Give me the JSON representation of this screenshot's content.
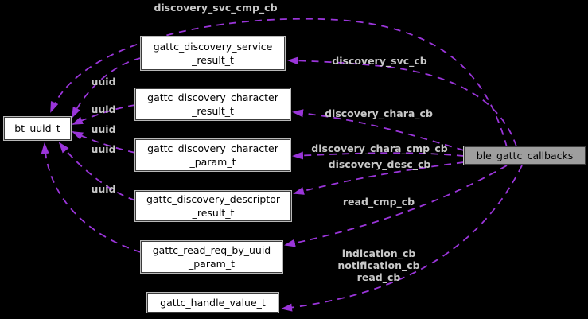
{
  "diagram": {
    "type": "doxygen-collaboration-graph",
    "background_color": "#000000",
    "edge_color": "#9a35d9",
    "edge_label_color": "#c8c8c8",
    "node_fill": "#ffffff",
    "highlight_node_fill": "#9e9e9e"
  },
  "nodes": [
    {
      "id": "bt_uuid_t",
      "line1": "bt_uuid_t",
      "line2": ""
    },
    {
      "id": "gattc_discovery_service_result_t",
      "line1": "gattc_discovery_service",
      "line2": "_result_t"
    },
    {
      "id": "gattc_discovery_character_result_t",
      "line1": "gattc_discovery_character",
      "line2": "_result_t"
    },
    {
      "id": "gattc_discovery_character_param_t",
      "line1": "gattc_discovery_character",
      "line2": "_param_t"
    },
    {
      "id": "gattc_discovery_descriptor_result_t",
      "line1": "gattc_discovery_descriptor",
      "line2": "_result_t"
    },
    {
      "id": "gattc_read_req_by_uuid_param_t",
      "line1": "gattc_read_req_by_uuid",
      "line2": "_param_t"
    },
    {
      "id": "gattc_handle_value_t",
      "line1": "gattc_handle_value_t",
      "line2": ""
    },
    {
      "id": "ble_gattc_callbacks",
      "line1": "ble_gattc_callbacks",
      "line2": ""
    }
  ],
  "edge_labels": [
    {
      "text": "discovery_svc_cmp_cb"
    },
    {
      "text": "discovery_svc_cb"
    },
    {
      "text": "discovery_chara_cb"
    },
    {
      "text": "discovery_chara_cmp_cb"
    },
    {
      "text": "discovery_desc_cb"
    },
    {
      "text": "read_cmp_cb"
    },
    {
      "text": "indication_cb"
    },
    {
      "text": "notification_cb"
    },
    {
      "text": "read_cb"
    },
    {
      "text": "uuid"
    },
    {
      "text": "uuid"
    },
    {
      "text": "uuid"
    },
    {
      "text": "uuid"
    },
    {
      "text": "uuid"
    }
  ],
  "relations": [
    {
      "from": "ble_gattc_callbacks",
      "to": "bt_uuid_t",
      "label": "discovery_svc_cmp_cb"
    },
    {
      "from": "ble_gattc_callbacks",
      "to": "gattc_discovery_service_result_t",
      "label": "discovery_svc_cb"
    },
    {
      "from": "ble_gattc_callbacks",
      "to": "gattc_discovery_character_result_t",
      "label": "discovery_chara_cb"
    },
    {
      "from": "ble_gattc_callbacks",
      "to": "gattc_discovery_character_param_t",
      "label": "discovery_chara_cmp_cb"
    },
    {
      "from": "ble_gattc_callbacks",
      "to": "gattc_discovery_descriptor_result_t",
      "label": "discovery_desc_cb"
    },
    {
      "from": "ble_gattc_callbacks",
      "to": "gattc_read_req_by_uuid_param_t",
      "label": "read_cmp_cb"
    },
    {
      "from": "ble_gattc_callbacks",
      "to": "gattc_handle_value_t",
      "label": "indication_cb notification_cb read_cb"
    },
    {
      "from": "gattc_discovery_service_result_t",
      "to": "bt_uuid_t",
      "label": "uuid"
    },
    {
      "from": "gattc_discovery_character_result_t",
      "to": "bt_uuid_t",
      "label": "uuid"
    },
    {
      "from": "gattc_discovery_character_param_t",
      "to": "bt_uuid_t",
      "label": "uuid"
    },
    {
      "from": "gattc_discovery_descriptor_result_t",
      "to": "bt_uuid_t",
      "label": "uuid"
    },
    {
      "from": "gattc_read_req_by_uuid_param_t",
      "to": "bt_uuid_t",
      "label": "uuid"
    }
  ]
}
